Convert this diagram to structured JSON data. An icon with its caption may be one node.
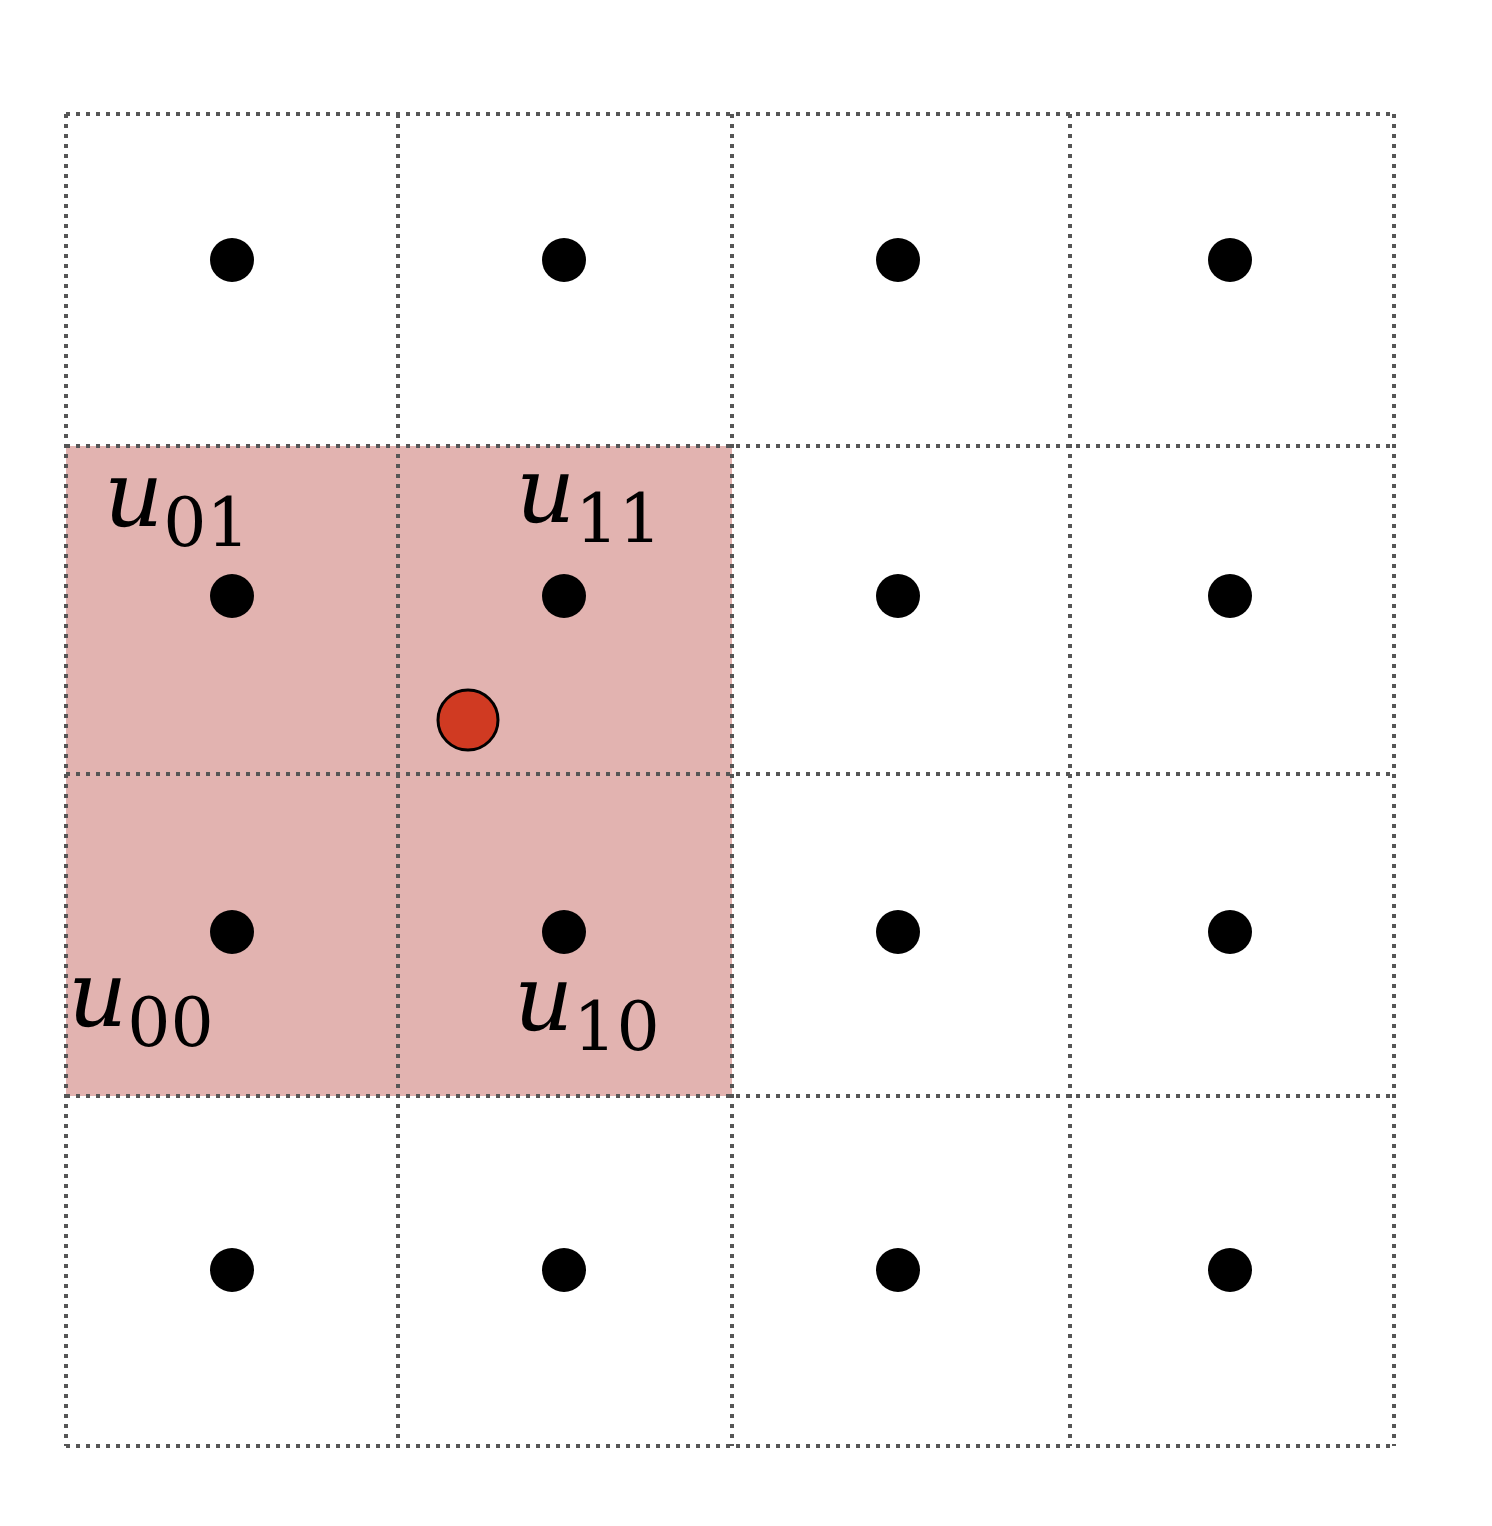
{
  "diagram": {
    "labels": [
      "*u*$_{01}$",
      "*u*$_{11}$",
      "*u*$_{00}$",
      "*u*$_{10}$"
    ]
  }
}
